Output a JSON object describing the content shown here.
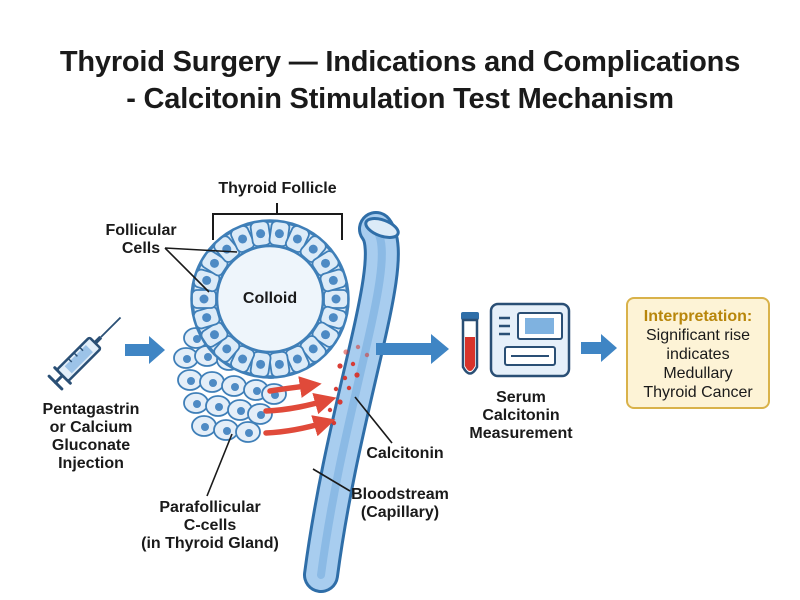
{
  "title": {
    "line1": "Thyroid Surgery — Indications and Complications",
    "line2": "- Calcitonin Stimulation Test Mechanism"
  },
  "labels": {
    "thyroid_follicle": "Thyroid Follicle",
    "follicular_cells": [
      "Follicular",
      "Cells"
    ],
    "colloid": "Colloid",
    "injection": [
      "Pentagastrin",
      "or Calcium",
      "Gluconate",
      "Injection"
    ],
    "parafollicular": [
      "Parafollicular",
      "C-cells",
      "(in Thyroid Gland)"
    ],
    "calcitonin": "Calcitonin",
    "bloodstream": [
      "Bloodstream",
      "(Capillary)"
    ],
    "serum": [
      "Serum",
      "Calcitonin",
      "Measurement"
    ]
  },
  "interpretation": {
    "heading": "Interpretation:",
    "body": [
      "Significant rise",
      "indicates",
      "Medullary",
      "Thyroid Cancer"
    ]
  },
  "colors": {
    "cell_fill": "#dcebf8",
    "cell_stroke": "#3f7fb8",
    "nucleus": "#4d8ac4",
    "arrow_blue": "#3f85c4",
    "arrow_red": "#e04a3a",
    "blood": "#d8332a",
    "interp_border": "#d9b24a",
    "interp_fill": "#fdf3d6",
    "interp_heading": "#b8860b"
  },
  "icons": [
    "syringe-icon",
    "test-tube-icon",
    "analyzer-icon"
  ]
}
